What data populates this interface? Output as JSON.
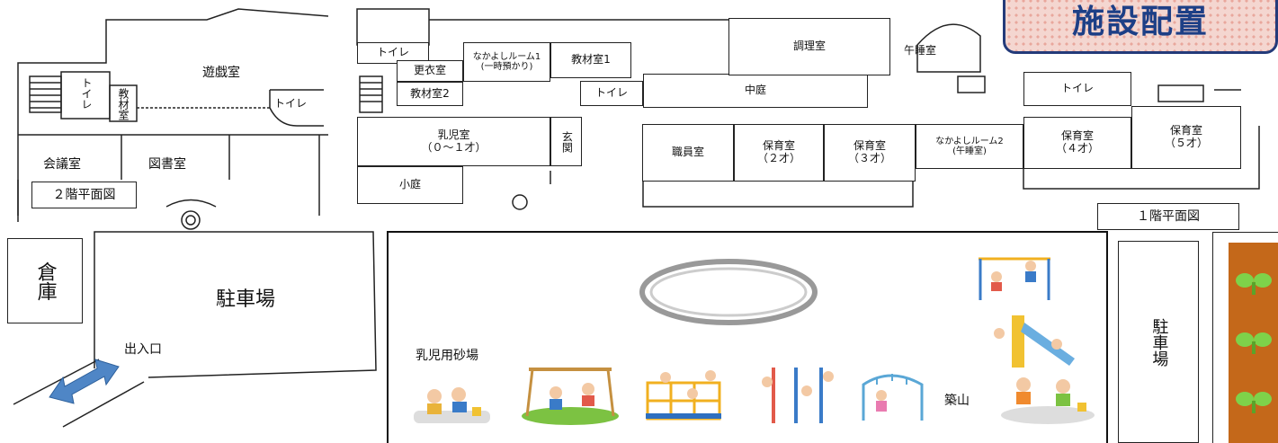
{
  "title": "施設配置",
  "floor2": {
    "caption": "２階平面図",
    "rooms": {
      "playroom": "遊戯室",
      "toilet_a": "トイレ",
      "toilet_b": "トイレ",
      "material": "教材室",
      "meeting": "会議室",
      "library": "図書室"
    }
  },
  "floor1": {
    "caption": "１階平面図",
    "rooms": {
      "toilet_1": "トイレ",
      "changing": "更衣室",
      "material2": "教材室2",
      "nakayoshi1": "なかよしルーム1",
      "nakayoshi1_note": "(一時預かり)",
      "material1": "教材室1",
      "toilet_2": "トイレ",
      "courtyard": "中庭",
      "cooking": "調理室",
      "nap": "午睡室",
      "toilet_3": "トイレ",
      "infant": "乳児室",
      "infant_age": "（０～１才）",
      "entrance": "玄関",
      "staff": "職員室",
      "nursery2": "保育室",
      "nursery2_age": "（２才）",
      "nursery3": "保育室",
      "nursery3_age": "（３才）",
      "nakayoshi2": "なかよしルーム2",
      "nakayoshi2_note": "(午睡室)",
      "nursery4": "保育室",
      "nursery4_age": "（４才）",
      "nursery5": "保育室",
      "nursery5_age": "（５才）",
      "small_garden": "小庭"
    }
  },
  "site": {
    "storage": "倉庫",
    "parking_main": "駐車場",
    "gate": "出入口",
    "sandbox_infant": "乳児用砂場",
    "mound": "築山",
    "parking_side": "駐車場"
  },
  "colors": {
    "title_text": "#1d3f86",
    "arrow": "#4f86c6",
    "garden": "#c4681a"
  }
}
